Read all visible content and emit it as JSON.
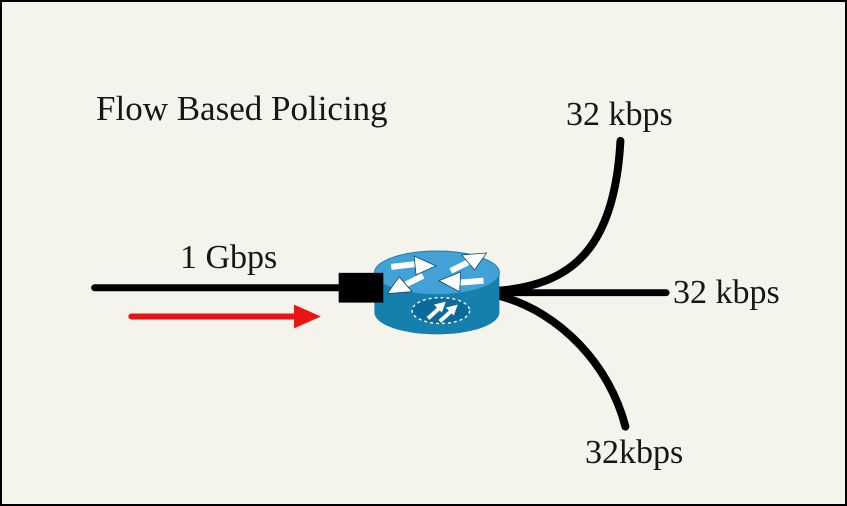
{
  "title": "Flow Based Policing",
  "input": {
    "rate_label": "1 Gbps",
    "flow_arrow_icon": "red-right-arrow-icon"
  },
  "router": {
    "icon": "cisco-router-icon"
  },
  "outputs": [
    {
      "position": "top",
      "rate_label": "32 kbps"
    },
    {
      "position": "middle",
      "rate_label": "32 kbps"
    },
    {
      "position": "bottom",
      "rate_label": "32kbps"
    }
  ],
  "colors": {
    "bg": "#f4f4ec",
    "border": "#000000",
    "link": "#000000",
    "arrow": "#e91414",
    "router_top": "#42a2d8",
    "router_body": "#1580ae",
    "router_badge": "#0b6a99",
    "text": "#161616"
  }
}
